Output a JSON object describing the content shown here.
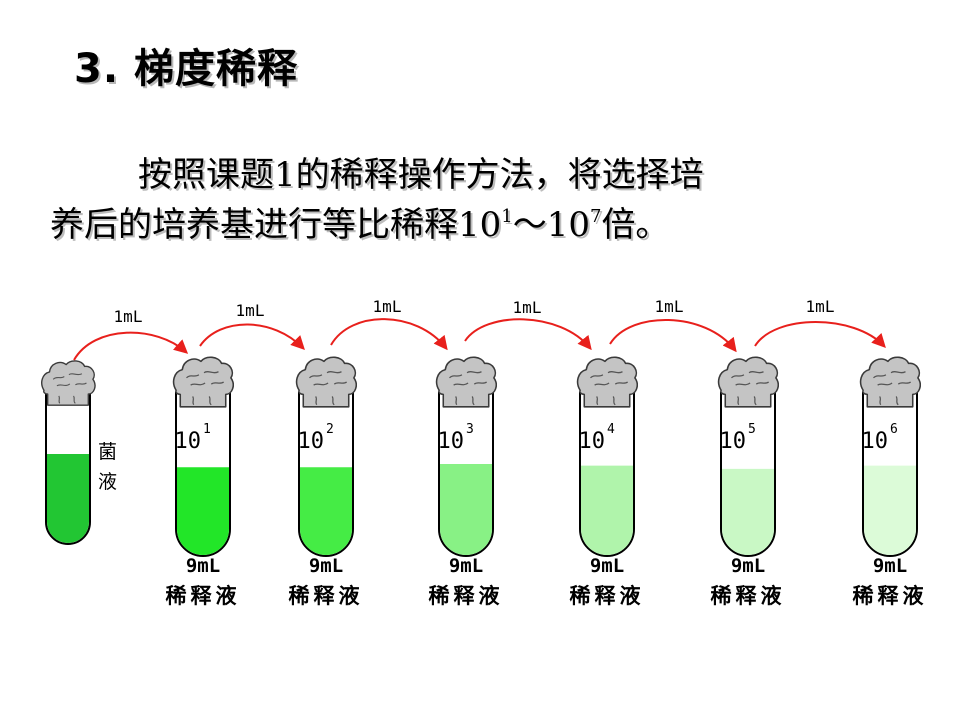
{
  "slide": {
    "title": "3. 梯度稀释",
    "body": {
      "line1": "按照课题1的稀释操作方法，将选择培",
      "line2_text": "养后的培养基进行等比稀释",
      "range_start_base": "10",
      "range_start_exp": "1",
      "range_separator": "～",
      "range_end_base": "10",
      "range_end_exp": "7",
      "range_suffix": "倍。"
    }
  },
  "diagram": {
    "source_label": [
      "菌",
      "液"
    ],
    "transfer_label": "1mL",
    "tube_volume_label": "9mL",
    "tube_diluent_label": "稀释液",
    "colors": {
      "arrow": "#e8201c",
      "cap": "#c4c4c4",
      "source_liquid": "#22c633"
    },
    "tubes": [
      {
        "base": "10",
        "exp": "1",
        "color": "#22e628",
        "level": 0.48
      },
      {
        "base": "10",
        "exp": "2",
        "color": "#45ec45",
        "level": 0.48
      },
      {
        "base": "10",
        "exp": "3",
        "color": "#88f185",
        "level": 0.5
      },
      {
        "base": "10",
        "exp": "4",
        "color": "#b0f4ab",
        "level": 0.49
      },
      {
        "base": "10",
        "exp": "5",
        "color": "#c9f8c5",
        "level": 0.47
      },
      {
        "base": "10",
        "exp": "6",
        "color": "#dcfbd8",
        "level": 0.49
      }
    ]
  }
}
